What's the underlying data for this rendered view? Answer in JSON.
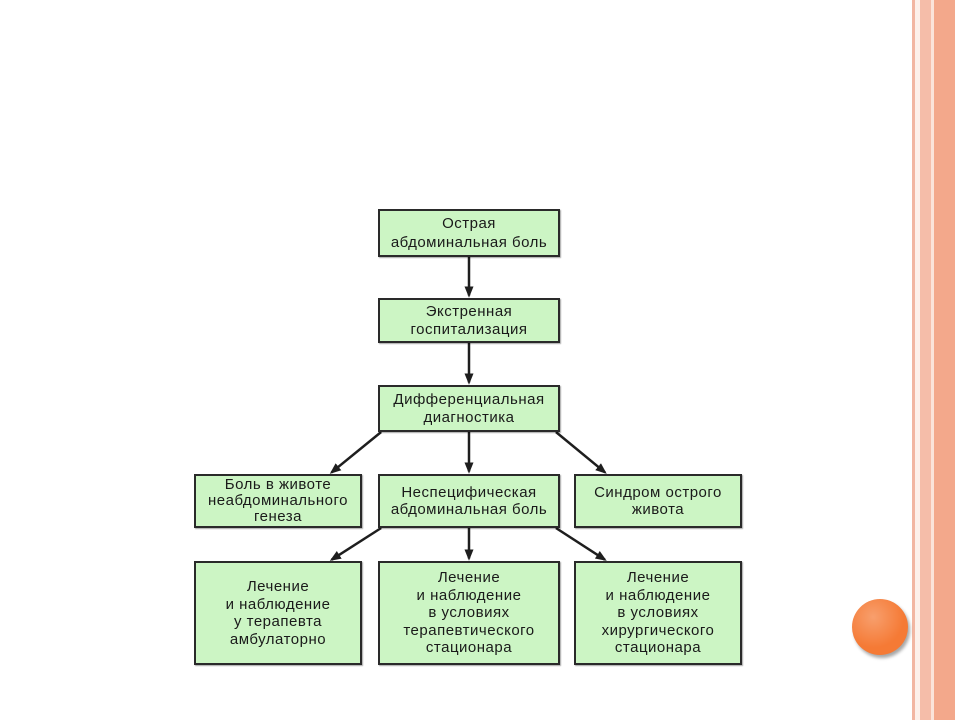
{
  "diagram": {
    "nodes": [
      "Острая\nабдоминальная боль",
      "Экстренная\nгоспитализация",
      "Дифференциальная\nдиагностика",
      "Боль в животе\nнеабдоминального\nгенеза",
      "Неспецифическая\nабдоминальная боль",
      "Синдром острого\nживота",
      "Лечение\nи наблюдение\nу терапевта\nамбулаторно",
      "Лечение\nи наблюдение\nв условиях\nтерапевтического\nстационара",
      "Лечение\nи наблюдение\nв условиях\nхирургического\nстационара"
    ],
    "edges": [
      [
        0,
        1
      ],
      [
        1,
        2
      ],
      [
        2,
        3
      ],
      [
        2,
        4
      ],
      [
        2,
        5
      ],
      [
        4,
        6
      ],
      [
        4,
        7
      ],
      [
        4,
        8
      ]
    ]
  },
  "colors": {
    "box_fill": "#ccf5c4",
    "box_border": "#2a2a2a",
    "arrow": "#1e1e1e",
    "accent_circle": "#f57a35",
    "side_stripe": "#f3a88b"
  }
}
